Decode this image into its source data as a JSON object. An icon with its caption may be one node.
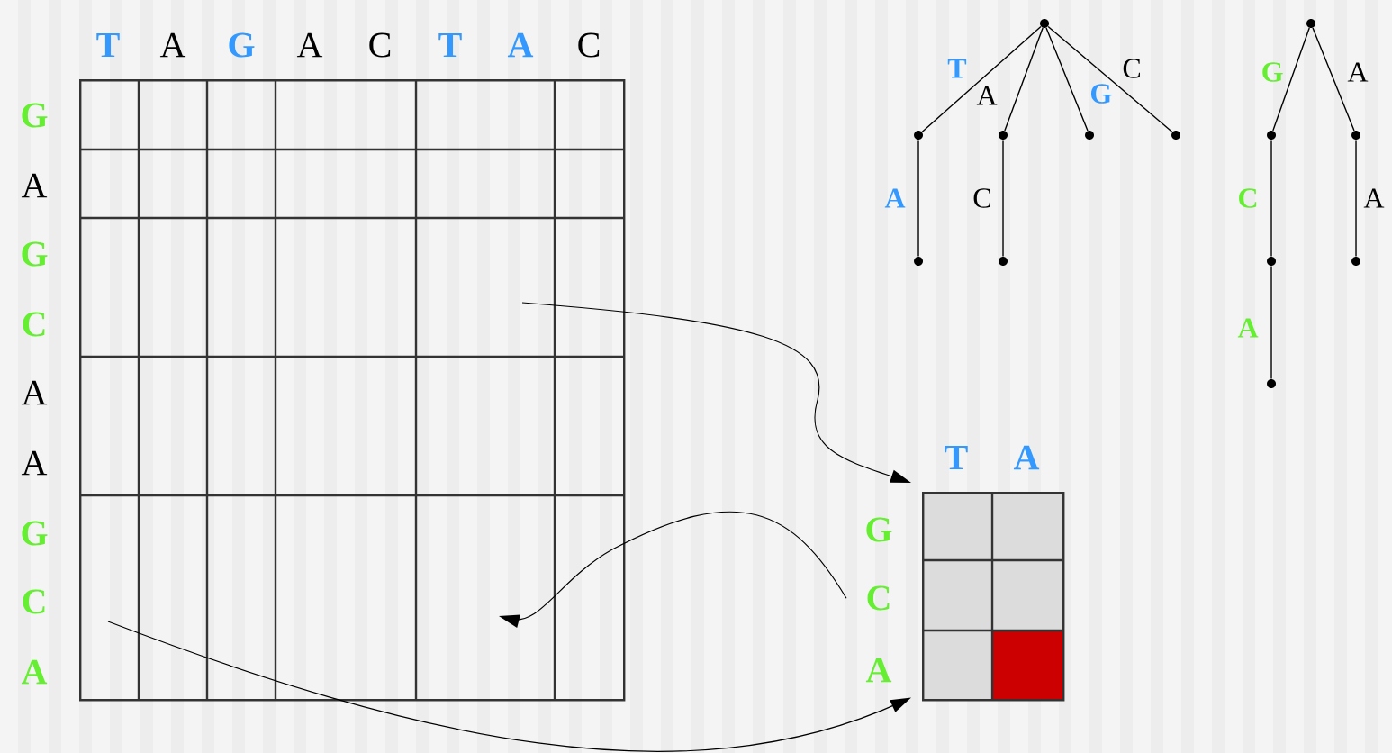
{
  "diagram": {
    "nodes": [
      {
        "text": [],
        "shape": "box",
        "beside": [
          "T",
          "A",
          "G",
          "A",
          "C",
          "T",
          "A",
          "C",
          "G",
          "A",
          "G",
          "C",
          "A",
          "A",
          "G",
          "C",
          "A"
        ]
      },
      {
        "text": [],
        "shape": "box",
        "beside": [
          "T",
          "A",
          "G",
          "C",
          "A"
        ]
      },
      {
        "text": [],
        "shape": "circle"
      },
      {
        "text": [],
        "shape": "circle"
      },
      {
        "text": [],
        "shape": "circle"
      },
      {
        "text": [],
        "shape": "circle"
      },
      {
        "text": [],
        "shape": "circle"
      },
      {
        "text": [],
        "shape": "circle"
      },
      {
        "text": [],
        "shape": "circle"
      },
      {
        "text": [],
        "shape": "circle"
      },
      {
        "text": [],
        "shape": "circle"
      },
      {
        "text": [],
        "shape": "circle"
      },
      {
        "text": [],
        "shape": "circle"
      },
      {
        "text": [],
        "shape": "circle"
      },
      {
        "text": [],
        "shape": "circle"
      }
    ],
    "edges": [
      {
        "from": 0,
        "to": 1,
        "arrow": "to"
      },
      {
        "from": 1,
        "to": 0,
        "arrow": "to"
      },
      {
        "from": 0,
        "to": 1,
        "arrow": "to"
      },
      {
        "from": 2,
        "to": 3,
        "arrow": "none",
        "label": "T"
      },
      {
        "from": 2,
        "to": 4,
        "arrow": "none",
        "label": "A"
      },
      {
        "from": 2,
        "to": 5,
        "arrow": "none",
        "label": "G"
      },
      {
        "from": 2,
        "to": 6,
        "arrow": "none",
        "label": "C"
      },
      {
        "from": 3,
        "to": 7,
        "arrow": "none",
        "label": "A"
      },
      {
        "from": 4,
        "to": 8,
        "arrow": "none",
        "label": "C"
      },
      {
        "from": 9,
        "to": 10,
        "arrow": "none",
        "label": "G"
      },
      {
        "from": 9,
        "to": 11,
        "arrow": "none",
        "label": "A"
      },
      {
        "from": 10,
        "to": 12,
        "arrow": "none",
        "label": "C"
      },
      {
        "from": 11,
        "to": 13,
        "arrow": "none",
        "label": "A"
      },
      {
        "from": 12,
        "to": 14,
        "arrow": "none",
        "label": "A"
      }
    ]
  }
}
